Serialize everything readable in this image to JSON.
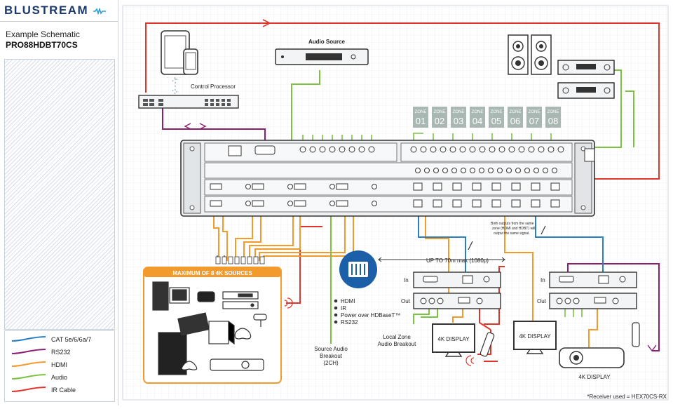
{
  "brand": {
    "logo_text": "BLUSTREAM"
  },
  "header": {
    "subtitle": "Example Schematic",
    "model": "PRO88HDBT70CS"
  },
  "legend": [
    {
      "label": "CAT 5e/6/6a/7",
      "color": "#2a7fc2"
    },
    {
      "label": "RS232",
      "color": "#8a1f72"
    },
    {
      "label": "HDMI",
      "color": "#f39a2d"
    },
    {
      "label": "Audio",
      "color": "#7cc142"
    },
    {
      "label": "IR Cable",
      "color": "#e0352b"
    }
  ],
  "labels": {
    "audio_source": "Audio Source",
    "control_processor": "Control Processor",
    "max_sources": "MAXIMUM OF 8 4K SOURCES",
    "up_to": "UP TO 70m max (1080p)",
    "both_outputs": [
      "Both outputs from the same",
      "zone (HDMI and HDBT) will",
      "output the same signal."
    ],
    "hdbt_features": [
      "HDMI",
      "IR",
      "Power over HDBaseT™",
      "RS232"
    ],
    "source_audio": [
      "Source Audio",
      "Breakout",
      "(2CH)"
    ],
    "local_zone": [
      "Local Zone",
      "Audio Breakout"
    ],
    "display_a": "4K DISPLAY",
    "display_b": "4K DISPLAY",
    "display_c": "4K DISPLAY",
    "receiver_note": "*Receiver used = HEX70CS-RX",
    "rx_in": "In",
    "rx_out": "Out",
    "rx_in_2": "In",
    "rx_out_2": "Out"
  },
  "zones": [
    {
      "top": "ZONE",
      "num": "01"
    },
    {
      "top": "ZONE",
      "num": "02"
    },
    {
      "top": "ZONE",
      "num": "03"
    },
    {
      "top": "ZONE",
      "num": "04"
    },
    {
      "top": "ZONE",
      "num": "05"
    },
    {
      "top": "ZONE",
      "num": "06"
    },
    {
      "top": "ZONE",
      "num": "07"
    },
    {
      "top": "ZONE",
      "num": "08"
    }
  ],
  "colors": {
    "cat": "#2a7fc2",
    "rs232": "#8a1f72",
    "hdmi": "#f39a2d",
    "audio": "#7cc142",
    "ir": "#e0352b",
    "zone_fill": "#a9b8b3",
    "grid": "#e6ebef"
  }
}
